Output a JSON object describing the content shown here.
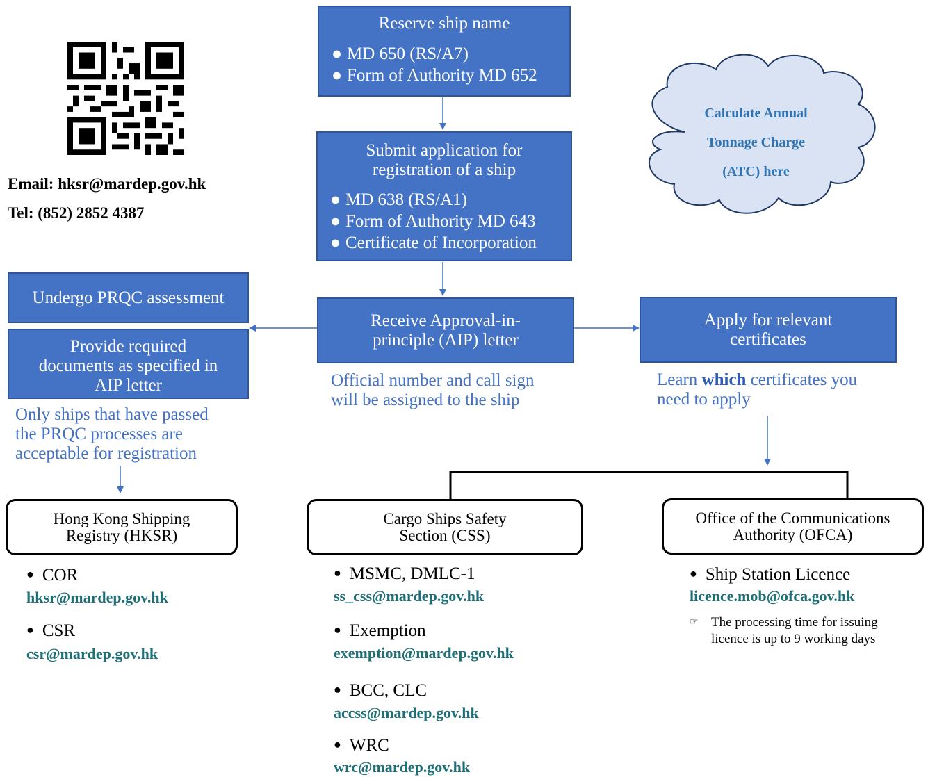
{
  "qr": {
    "icon": "qr-code-icon"
  },
  "contact": {
    "email": "Email: hksr@mardep.gov.hk",
    "tel": "Tel: (852) 2852 4387"
  },
  "step1": {
    "title": "Reserve ship name",
    "items": [
      "MD 650 (RS/A7)",
      "Form of Authority MD 652"
    ]
  },
  "step2": {
    "title_line1": "Submit application for",
    "title_line2": "registration of a ship",
    "items": [
      "MD 638 (RS/A1)",
      "Form of Authority MD 643",
      "Certificate of Incorporation"
    ]
  },
  "step3": {
    "title_line1": "Receive Approval-in-",
    "title_line2": "principle (AIP) letter",
    "note_line1": "Official number and call sign",
    "note_line2": "will be assigned to the ship"
  },
  "prqc": {
    "label": "Undergo PRQC assessment"
  },
  "provide": {
    "line1": "Provide required",
    "line2": "documents as specified in",
    "line3": "AIP letter",
    "note_line1": "Only ships that have passed",
    "note_line2": "the PRQC processes are",
    "note_line3": "acceptable for registration"
  },
  "apply": {
    "line1": "Apply for relevant",
    "line2": "certificates",
    "note_pre": "Learn ",
    "note_bold": "which",
    "note_post": " certificates you",
    "note_line2": "need to apply"
  },
  "cloud": {
    "line1": "Calculate Annual",
    "line2": "Tonnage Charge",
    "line3": "(ATC) here"
  },
  "hksr": {
    "line1": "Hong Kong Shipping",
    "line2": "Registry (HKSR)",
    "entries": [
      {
        "label": "COR",
        "email": "hksr@mardep.gov.hk"
      },
      {
        "label": "CSR",
        "email": "csr@mardep.gov.hk"
      }
    ]
  },
  "css": {
    "line1": "Cargo Ships Safety",
    "line2": "Section (CSS)",
    "entries": [
      {
        "label": "MSMC, DMLC-1",
        "email": "ss_css@mardep.gov.hk"
      },
      {
        "label": "Exemption",
        "email": "exemption@mardep.gov.hk"
      },
      {
        "label": "BCC, CLC",
        "email": "accss@mardep.gov.hk"
      },
      {
        "label": "WRC",
        "email": "wrc@mardep.gov.hk"
      }
    ]
  },
  "ofca": {
    "line1": "Office of the Communications",
    "line2": "Authority (OFCA)",
    "entries": [
      {
        "label": "Ship Station Licence",
        "email": "licence.mob@ofca.gov.hk"
      }
    ],
    "note_icon": "pointing-hand-icon",
    "note_line1": "The processing time for issuing",
    "note_line2": "licence is up to 9 working days"
  },
  "colors": {
    "box_fill": "#4472c4",
    "box_border": "#2f5597",
    "note_text": "#4472c4",
    "email_text": "#1f6f78",
    "cloud_fill": "#dae3f3",
    "cloud_text": "#2e74b5"
  }
}
